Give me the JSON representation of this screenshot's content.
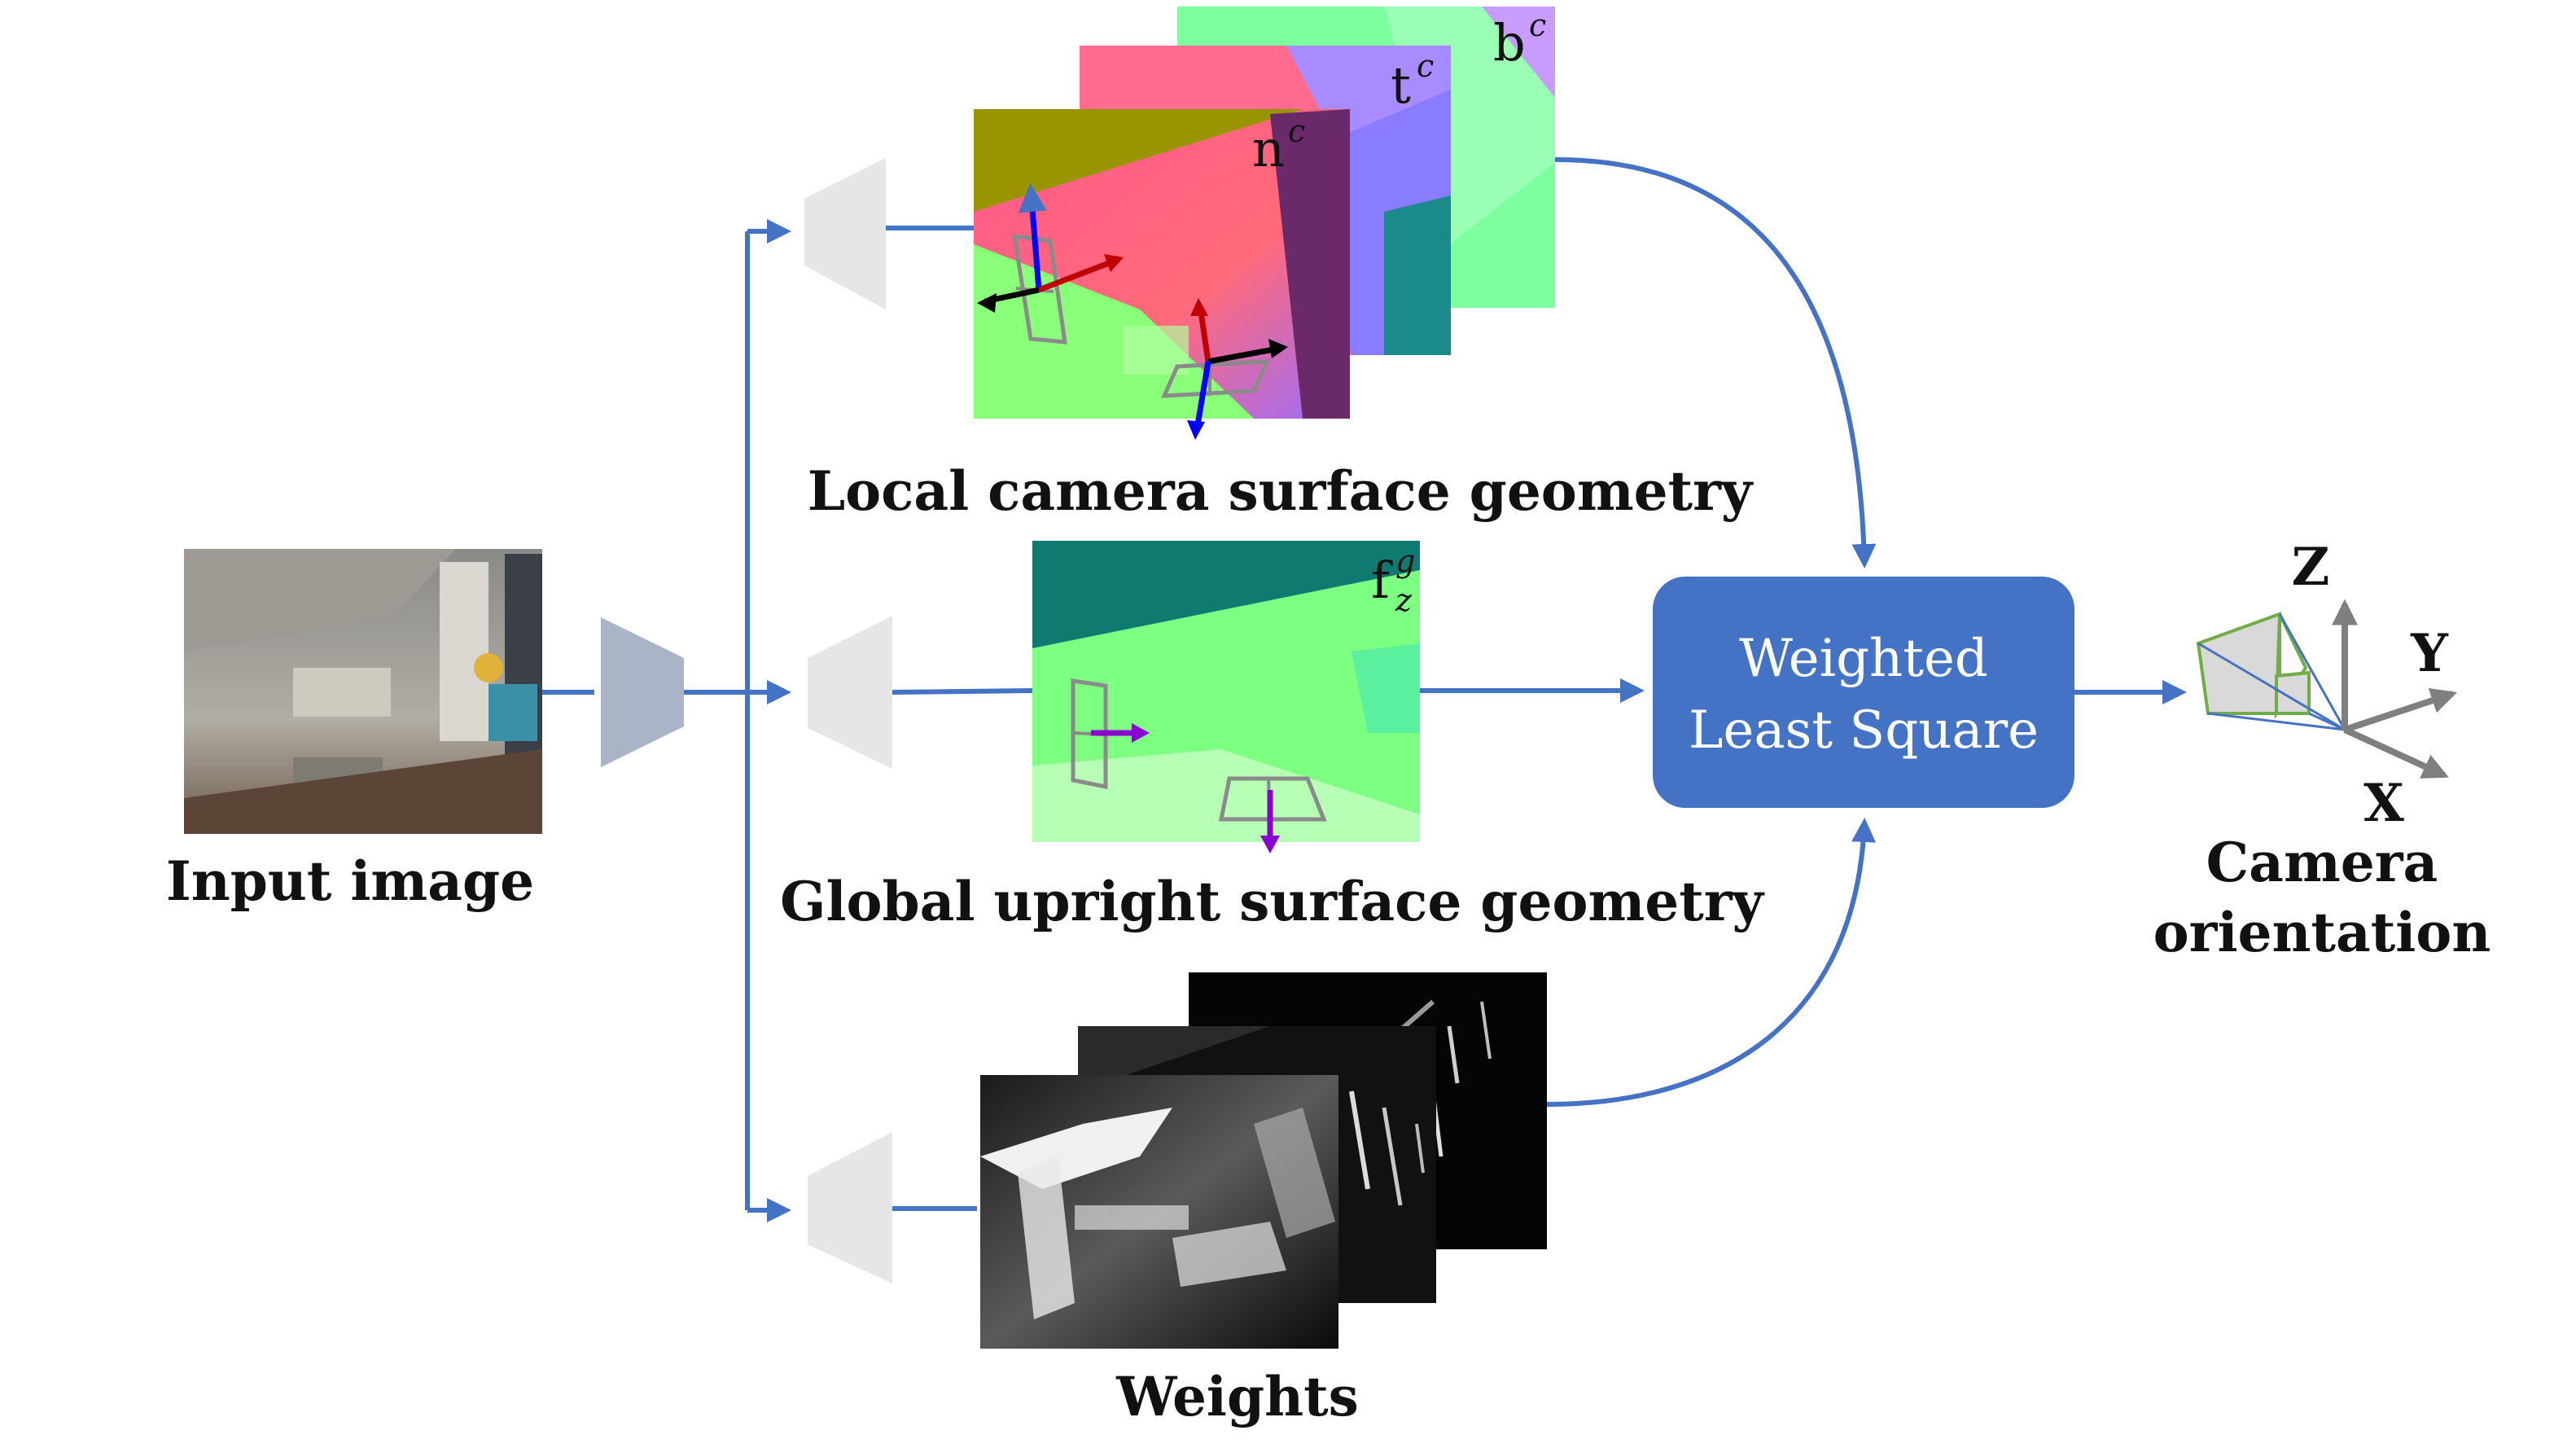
{
  "labels": {
    "input_image": "Input image",
    "local_geometry": "Local camera surface geometry",
    "global_geometry": "Global upright surface geometry",
    "weights": "Weights",
    "camera_orientation_line1": "Camera",
    "camera_orientation_line2": "orientation"
  },
  "math_labels": {
    "n": {
      "base": "n",
      "sup": "c"
    },
    "t": {
      "base": "t",
      "sup": "c"
    },
    "b": {
      "base": "b",
      "sup": "c"
    },
    "f": {
      "base": "f",
      "sup": "g",
      "sub": "z"
    }
  },
  "solver": {
    "line1": "Weighted",
    "line2": "Least Square"
  },
  "axes": {
    "z": "Z",
    "y": "Y",
    "x": "X"
  },
  "colors": {
    "arrow": "#4472C4",
    "solver_fill": "#4472C4",
    "encoder": "#A9B4C6",
    "decoder": "#E6E6E6",
    "axis": "#7F7F7F"
  }
}
